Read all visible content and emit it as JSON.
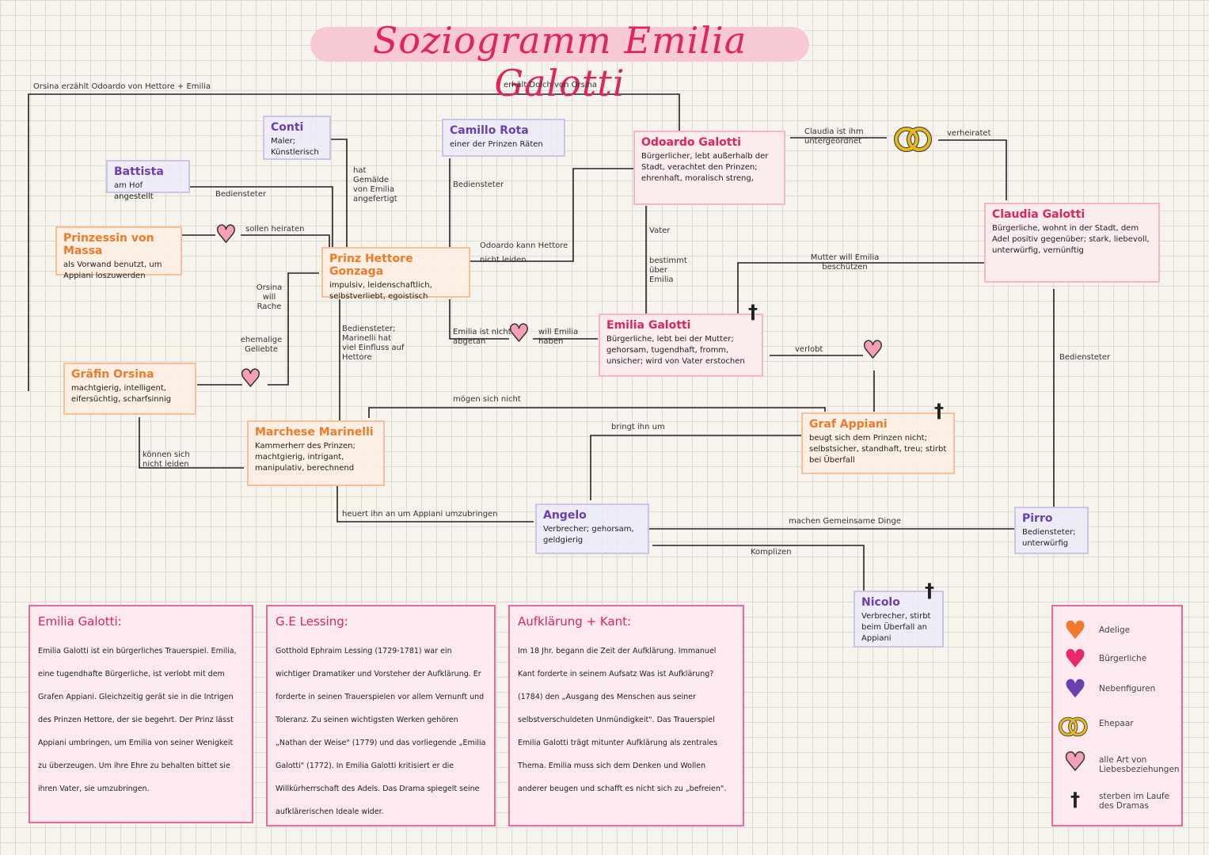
{
  "title": "Soziogramm Emilia Galotti",
  "characters": {
    "conti": {
      "name": "Conti",
      "desc": "Maler; Künstlerisch"
    },
    "battista": {
      "name": "Battista",
      "desc": "am Hof angestellt"
    },
    "camillo": {
      "name": "Camillo Rota",
      "desc": "einer der Prinzen Räten"
    },
    "odoardo": {
      "name": "Odoardo Galotti",
      "desc": "Bürgerlicher, lebt außerhalb der Stadt, verachtet den Prinzen; ehrenhaft, moralisch streng,"
    },
    "claudia": {
      "name": "Claudia Galotti",
      "desc": "Bürgerliche, wohnt in der Stadt, dem Adel positiv gegenüber; stark, liebevoll, unterwürfig, vernünftig"
    },
    "massa": {
      "name": "Prinzessin von Massa",
      "desc": "als Vorwand benutzt, um Appiani loszuwerden"
    },
    "hettore": {
      "name": "Prinz Hettore Gonzaga",
      "desc": "impulsiv, leidenschaftlich, selbstverliebt, egoistisch"
    },
    "emilia": {
      "name": "Emilia Galotti",
      "desc": "Bürgerliche, lebt bei der Mutter; gehorsam, tugendhaft, fromm, unsicher; wird von Vater erstochen"
    },
    "orsina": {
      "name": "Gräfin Orsina",
      "desc": "machtgierig, intelligent, eifersüchtig, scharfsinnig"
    },
    "marinelli": {
      "name": "Marchese Marinelli",
      "desc": "Kammerherr des Prinzen; machtgierig, intrigant, manipulativ, berechnend"
    },
    "appiani": {
      "name": "Graf Appiani",
      "desc": "beugt sich dem Prinzen nicht; selbstsicher, standhaft, treu; stirbt bei Überfall"
    },
    "angelo": {
      "name": "Angelo",
      "desc": "Verbrecher; gehorsam, geldgierig"
    },
    "pirro": {
      "name": "Pirro",
      "desc": "Bediensteter; unterwürfig"
    },
    "nicolo": {
      "name": "Nicolo",
      "desc": "Verbrecher, stirbt beim Überfall an Appiani"
    }
  },
  "relations": {
    "orsina_odoardo": "Orsina erzählt Odoardo von Hettore + Emilia",
    "dolch": "erhält Dolch von Orsina",
    "claudia_unter": "Claudia ist ihm untergeordnet",
    "verheiratet": "verheiratet",
    "gemaelde": "hat Gemälde von Emilia angefertigt",
    "bed_battista": "Bediensteter",
    "bed_camillo": "Bediensteter",
    "heiraten": "sollen heiraten",
    "odoardo_kann": "Odoardo kann Hettore nicht leiden",
    "vater": "Vater",
    "bestimmt": "bestimmt über Emilia",
    "mutter": "Mutter will Emilia beschützen",
    "orsina_rache": "Orsina will Rache",
    "ehemalige": "ehemalige Geliebte",
    "bed_marinelli": "Bediensteter; Marinelli hat viel Einfluss auf Hettore",
    "emilia_abgetan": "Emilia ist nicht abgetan",
    "will_emilia": "will Emilia haben",
    "verlobt": "verlobt",
    "bed_pirro": "Bediensteter",
    "moegen": "mögen sich nicht",
    "bringt": "bringt ihn um",
    "koennen": "können sich nicht leiden",
    "heuert": "heuert ihn an um Appiani umzubringen",
    "gemeinsam": "machen Gemeinsame Dinge",
    "komplizen": "Komplizen"
  },
  "info": {
    "emilia": {
      "heading": "Emilia Galotti:",
      "text": "Emilia Galotti ist ein bürgerliches Trauerspiel. Emilia, eine tugendhafte Bürgerliche, ist verlobt mit dem Grafen Appiani. Gleichzeitig gerät sie in die Intrigen des Prinzen Hettore, der sie begehrt. Der Prinz lässt Appiani umbringen, um Emilia von seiner Wenigkeit zu überzeugen. Um ihre Ehre zu behalten bittet sie ihren Vater, sie umzubringen."
    },
    "lessing": {
      "heading": "G.E Lessing:",
      "text": "Gotthold Ephraim Lessing (1729-1781) war ein wichtiger Dramatiker und Vorsteher der Aufklärung. Er forderte in seinen Trauerspielen vor allem Vernunft und Toleranz. Zu seinen wichtigsten Werken gehören „Nathan der Weise\" (1779) und das vorliegende „Emilia Galotti\" (1772). In Emilia Galotti kritisiert er die Willkürherrschaft des Adels. Das Drama spiegelt seine aufklärerischen Ideale wider."
    },
    "aufklaerung": {
      "heading": "Aufklärung + Kant:",
      "text": "Im 18 Jhr. begann die Zeit der Aufklärung. Immanuel Kant forderte in seinem Aufsatz Was ist Aufklärung? (1784) den „Ausgang des Menschen aus seiner selbstverschuldeten Unmündigkeit\". Das Trauerspiel Emilia Galotti trägt mitunter Aufklärung als zentrales Thema. Emilia muss sich dem Denken und Wollen anderer beugen und schafft es nicht sich zu „befreien\"."
    }
  },
  "legend": {
    "adelige": "Adelige",
    "buergerliche": "Bürgerliche",
    "neben": "Nebenfiguren",
    "ehepaar": "Ehepaar",
    "liebe": "alle Art von Liebesbeziehungen",
    "sterben": "sterben im Laufe des Dramas"
  },
  "colors": {
    "adelige": "#f07a2a",
    "buergerliche": "#e8286a",
    "neben": "#6a3fb0",
    "ring": "#e8b820",
    "title": "#e0245e"
  }
}
